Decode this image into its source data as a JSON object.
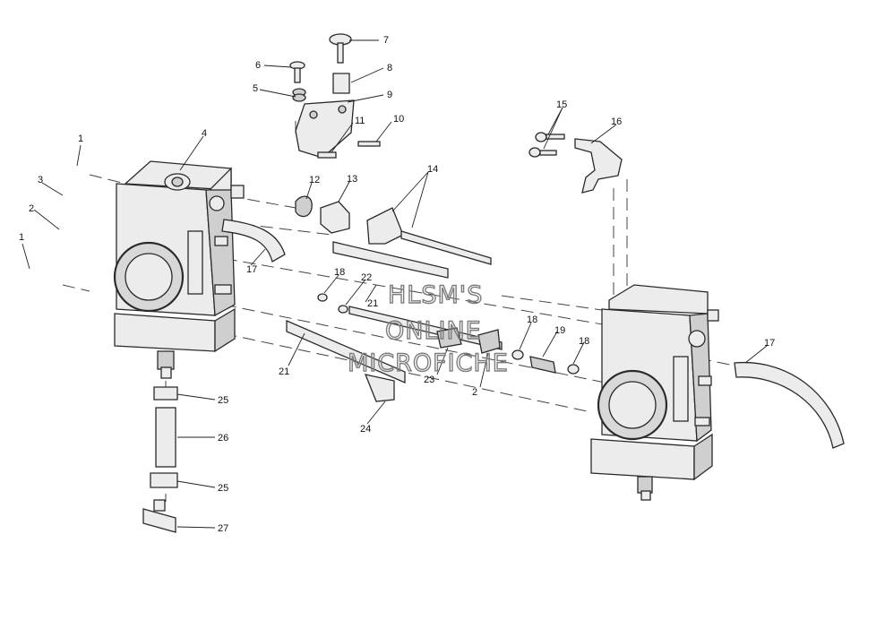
{
  "callouts": [
    {
      "id": "c1a",
      "text": "1"
    },
    {
      "id": "c1b",
      "text": "1"
    },
    {
      "id": "c2a",
      "text": "2"
    },
    {
      "id": "c2b",
      "text": "2"
    },
    {
      "id": "c3",
      "text": "3"
    },
    {
      "id": "c4",
      "text": "4"
    },
    {
      "id": "c5",
      "text": "5"
    },
    {
      "id": "c6",
      "text": "6"
    },
    {
      "id": "c7",
      "text": "7"
    },
    {
      "id": "c8",
      "text": "8"
    },
    {
      "id": "c9",
      "text": "9"
    },
    {
      "id": "c10",
      "text": "10"
    },
    {
      "id": "c11",
      "text": "11"
    },
    {
      "id": "c12",
      "text": "12"
    },
    {
      "id": "c13",
      "text": "13"
    },
    {
      "id": "c14",
      "text": "14"
    },
    {
      "id": "c15",
      "text": "15"
    },
    {
      "id": "c16",
      "text": "16"
    },
    {
      "id": "c17a",
      "text": "17"
    },
    {
      "id": "c17b",
      "text": "17"
    },
    {
      "id": "c18a",
      "text": "18"
    },
    {
      "id": "c18b",
      "text": "18"
    },
    {
      "id": "c18c",
      "text": "18"
    },
    {
      "id": "c19",
      "text": "19"
    },
    {
      "id": "c21a",
      "text": "21"
    },
    {
      "id": "c21b",
      "text": "21"
    },
    {
      "id": "c22",
      "text": "22"
    },
    {
      "id": "c23",
      "text": "23"
    },
    {
      "id": "c24",
      "text": "24"
    },
    {
      "id": "c25a",
      "text": "25"
    },
    {
      "id": "c25b",
      "text": "25"
    },
    {
      "id": "c26",
      "text": "26"
    },
    {
      "id": "c27",
      "text": "27"
    }
  ],
  "watermark": {
    "line1": "HLSM'S",
    "line2": "ONLINE",
    "line3": "MICROFICHE"
  }
}
